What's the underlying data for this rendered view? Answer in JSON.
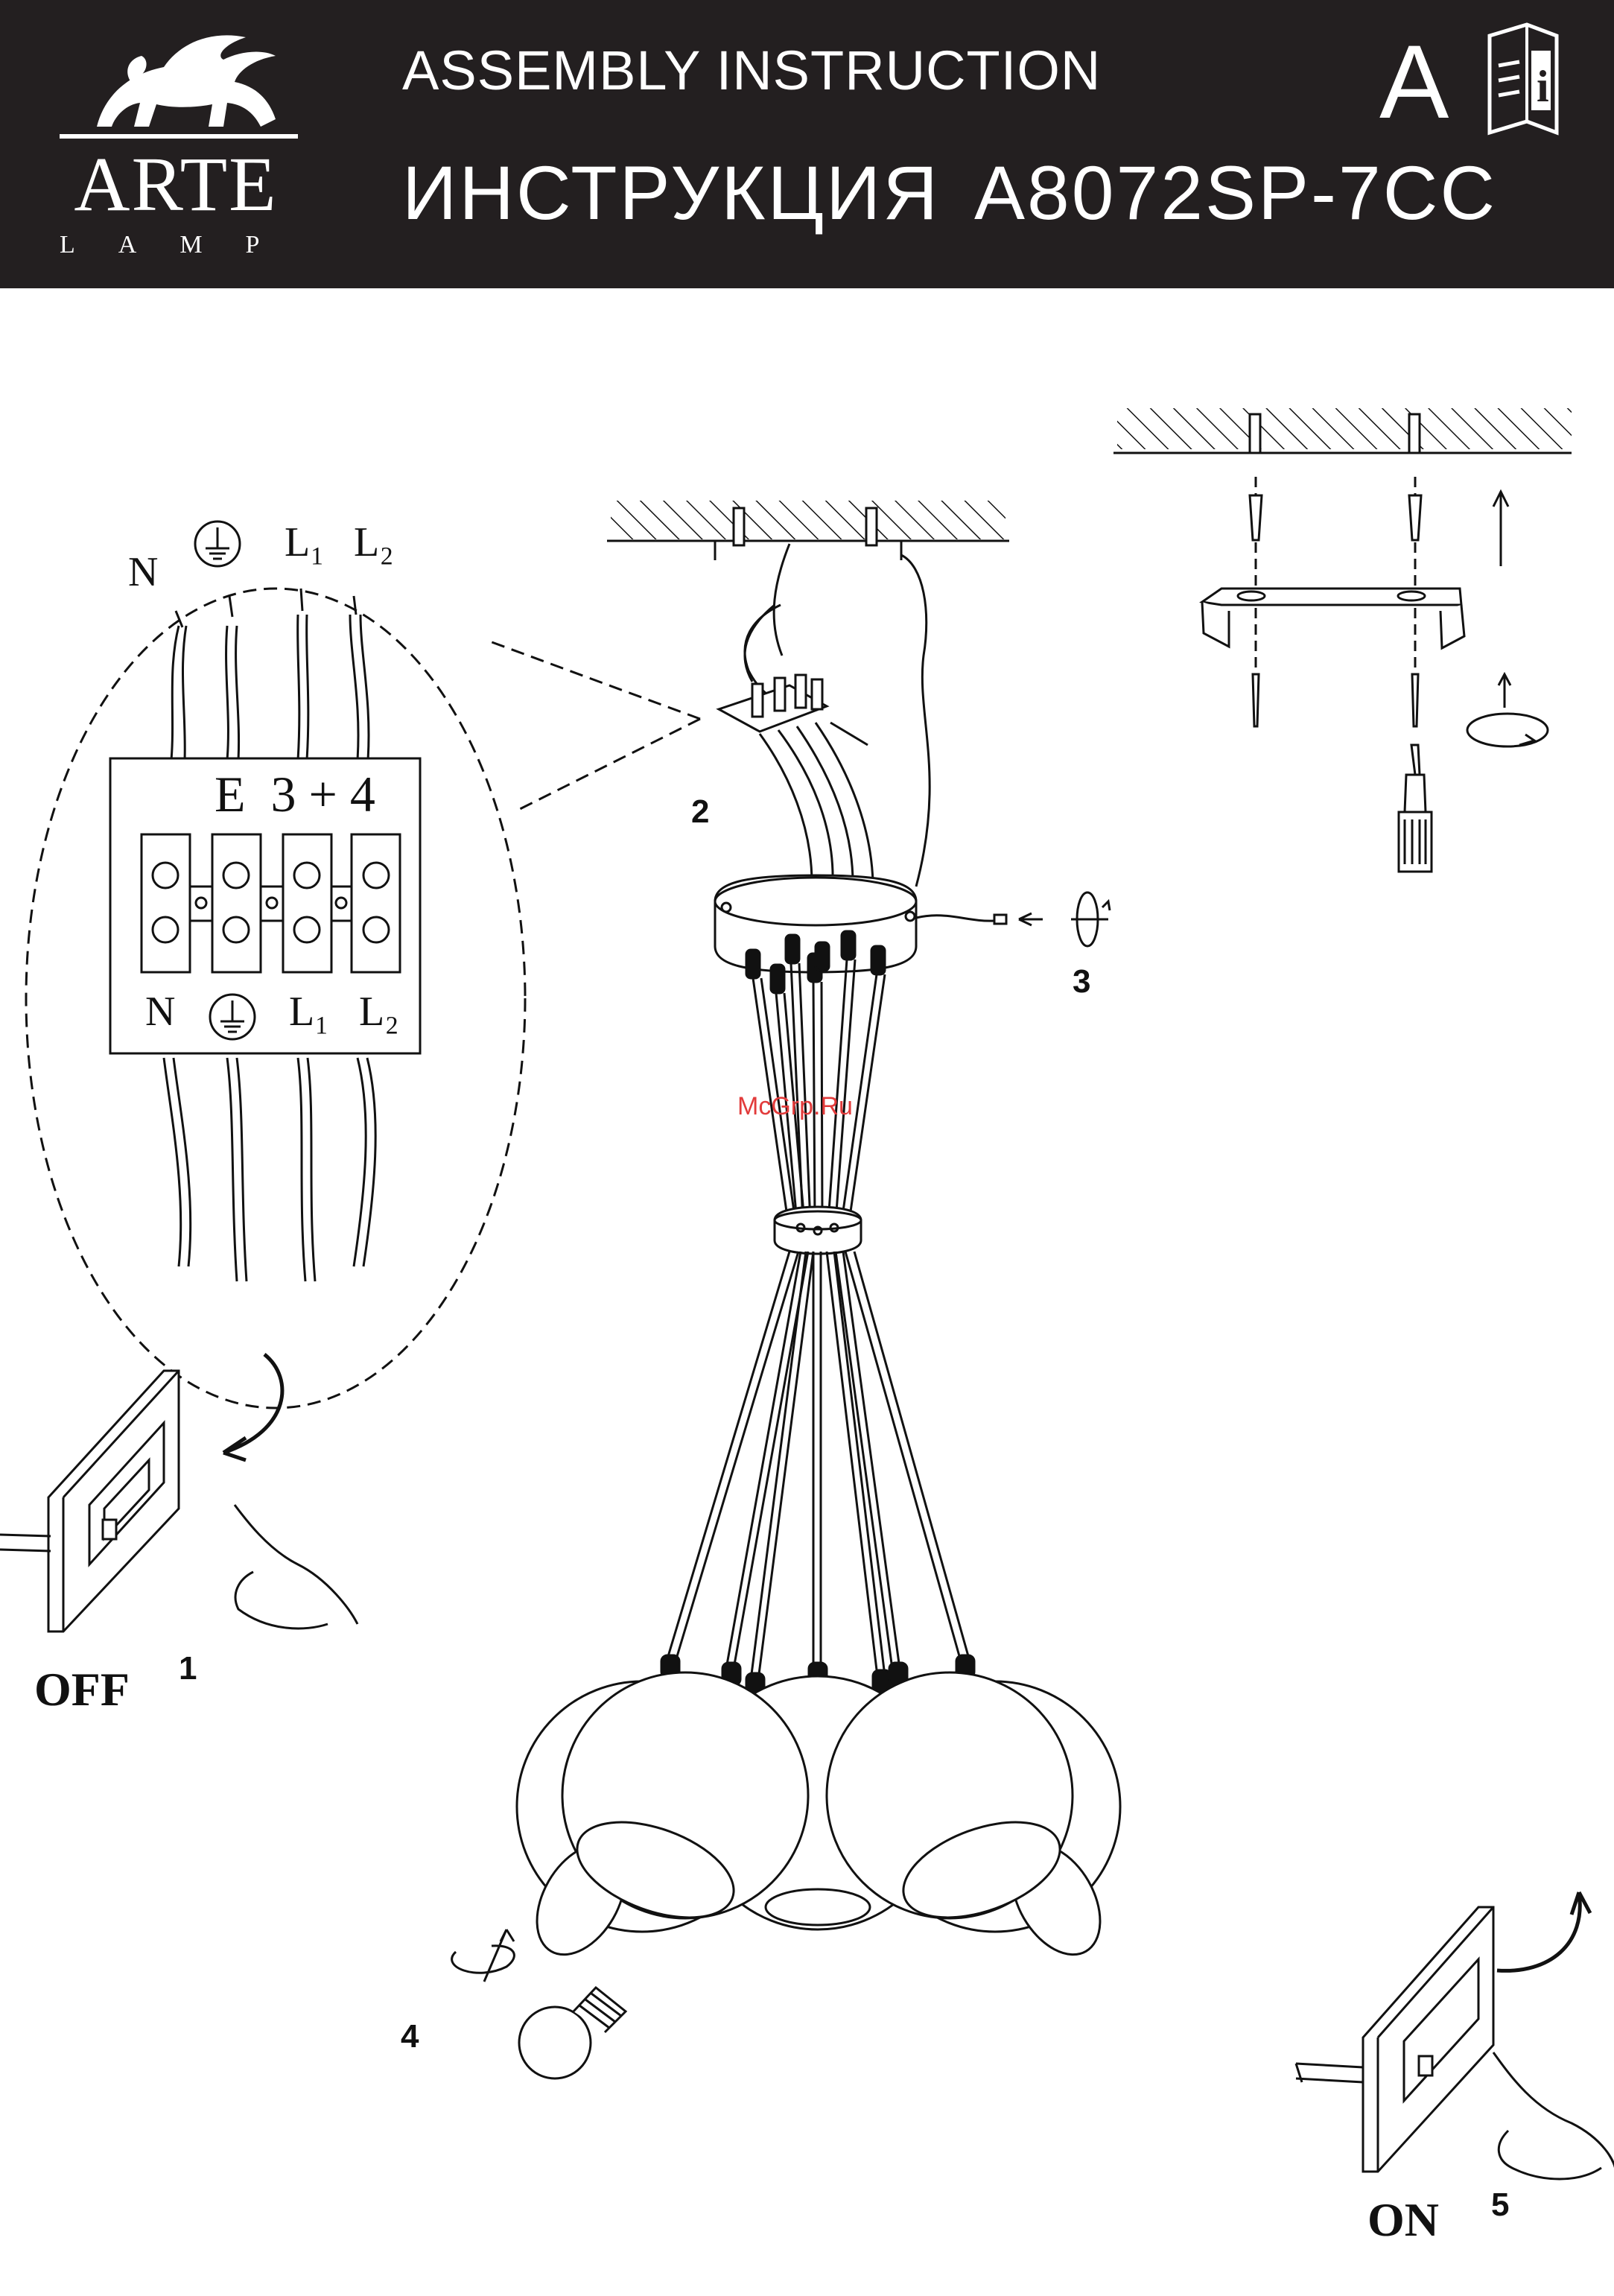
{
  "header": {
    "brand": "ARTE",
    "brand_sub": "LAMP",
    "title_en": "ASSEMBLY INSTRUCTION",
    "title_ru": "ИНСТРУКЦИЯ",
    "model": "A8072SP-7CC",
    "page_letter": "A"
  },
  "wiring": {
    "wire_labels_top": [
      "N",
      "L₁",
      "L₂"
    ],
    "block_title": "E  3 + 4",
    "wire_labels_bottom": [
      "N",
      "L₁",
      "L₂"
    ]
  },
  "steps": {
    "step1": "1",
    "step2": "2",
    "step3": "3",
    "step4": "4",
    "step5": "5",
    "off_label": "OFF",
    "on_label": "ON"
  },
  "watermark": "McGrp.Ru",
  "colors": {
    "header_bg": "#231f20",
    "header_text": "#ffffff",
    "line": "#111111",
    "watermark": "#e23b3b"
  }
}
